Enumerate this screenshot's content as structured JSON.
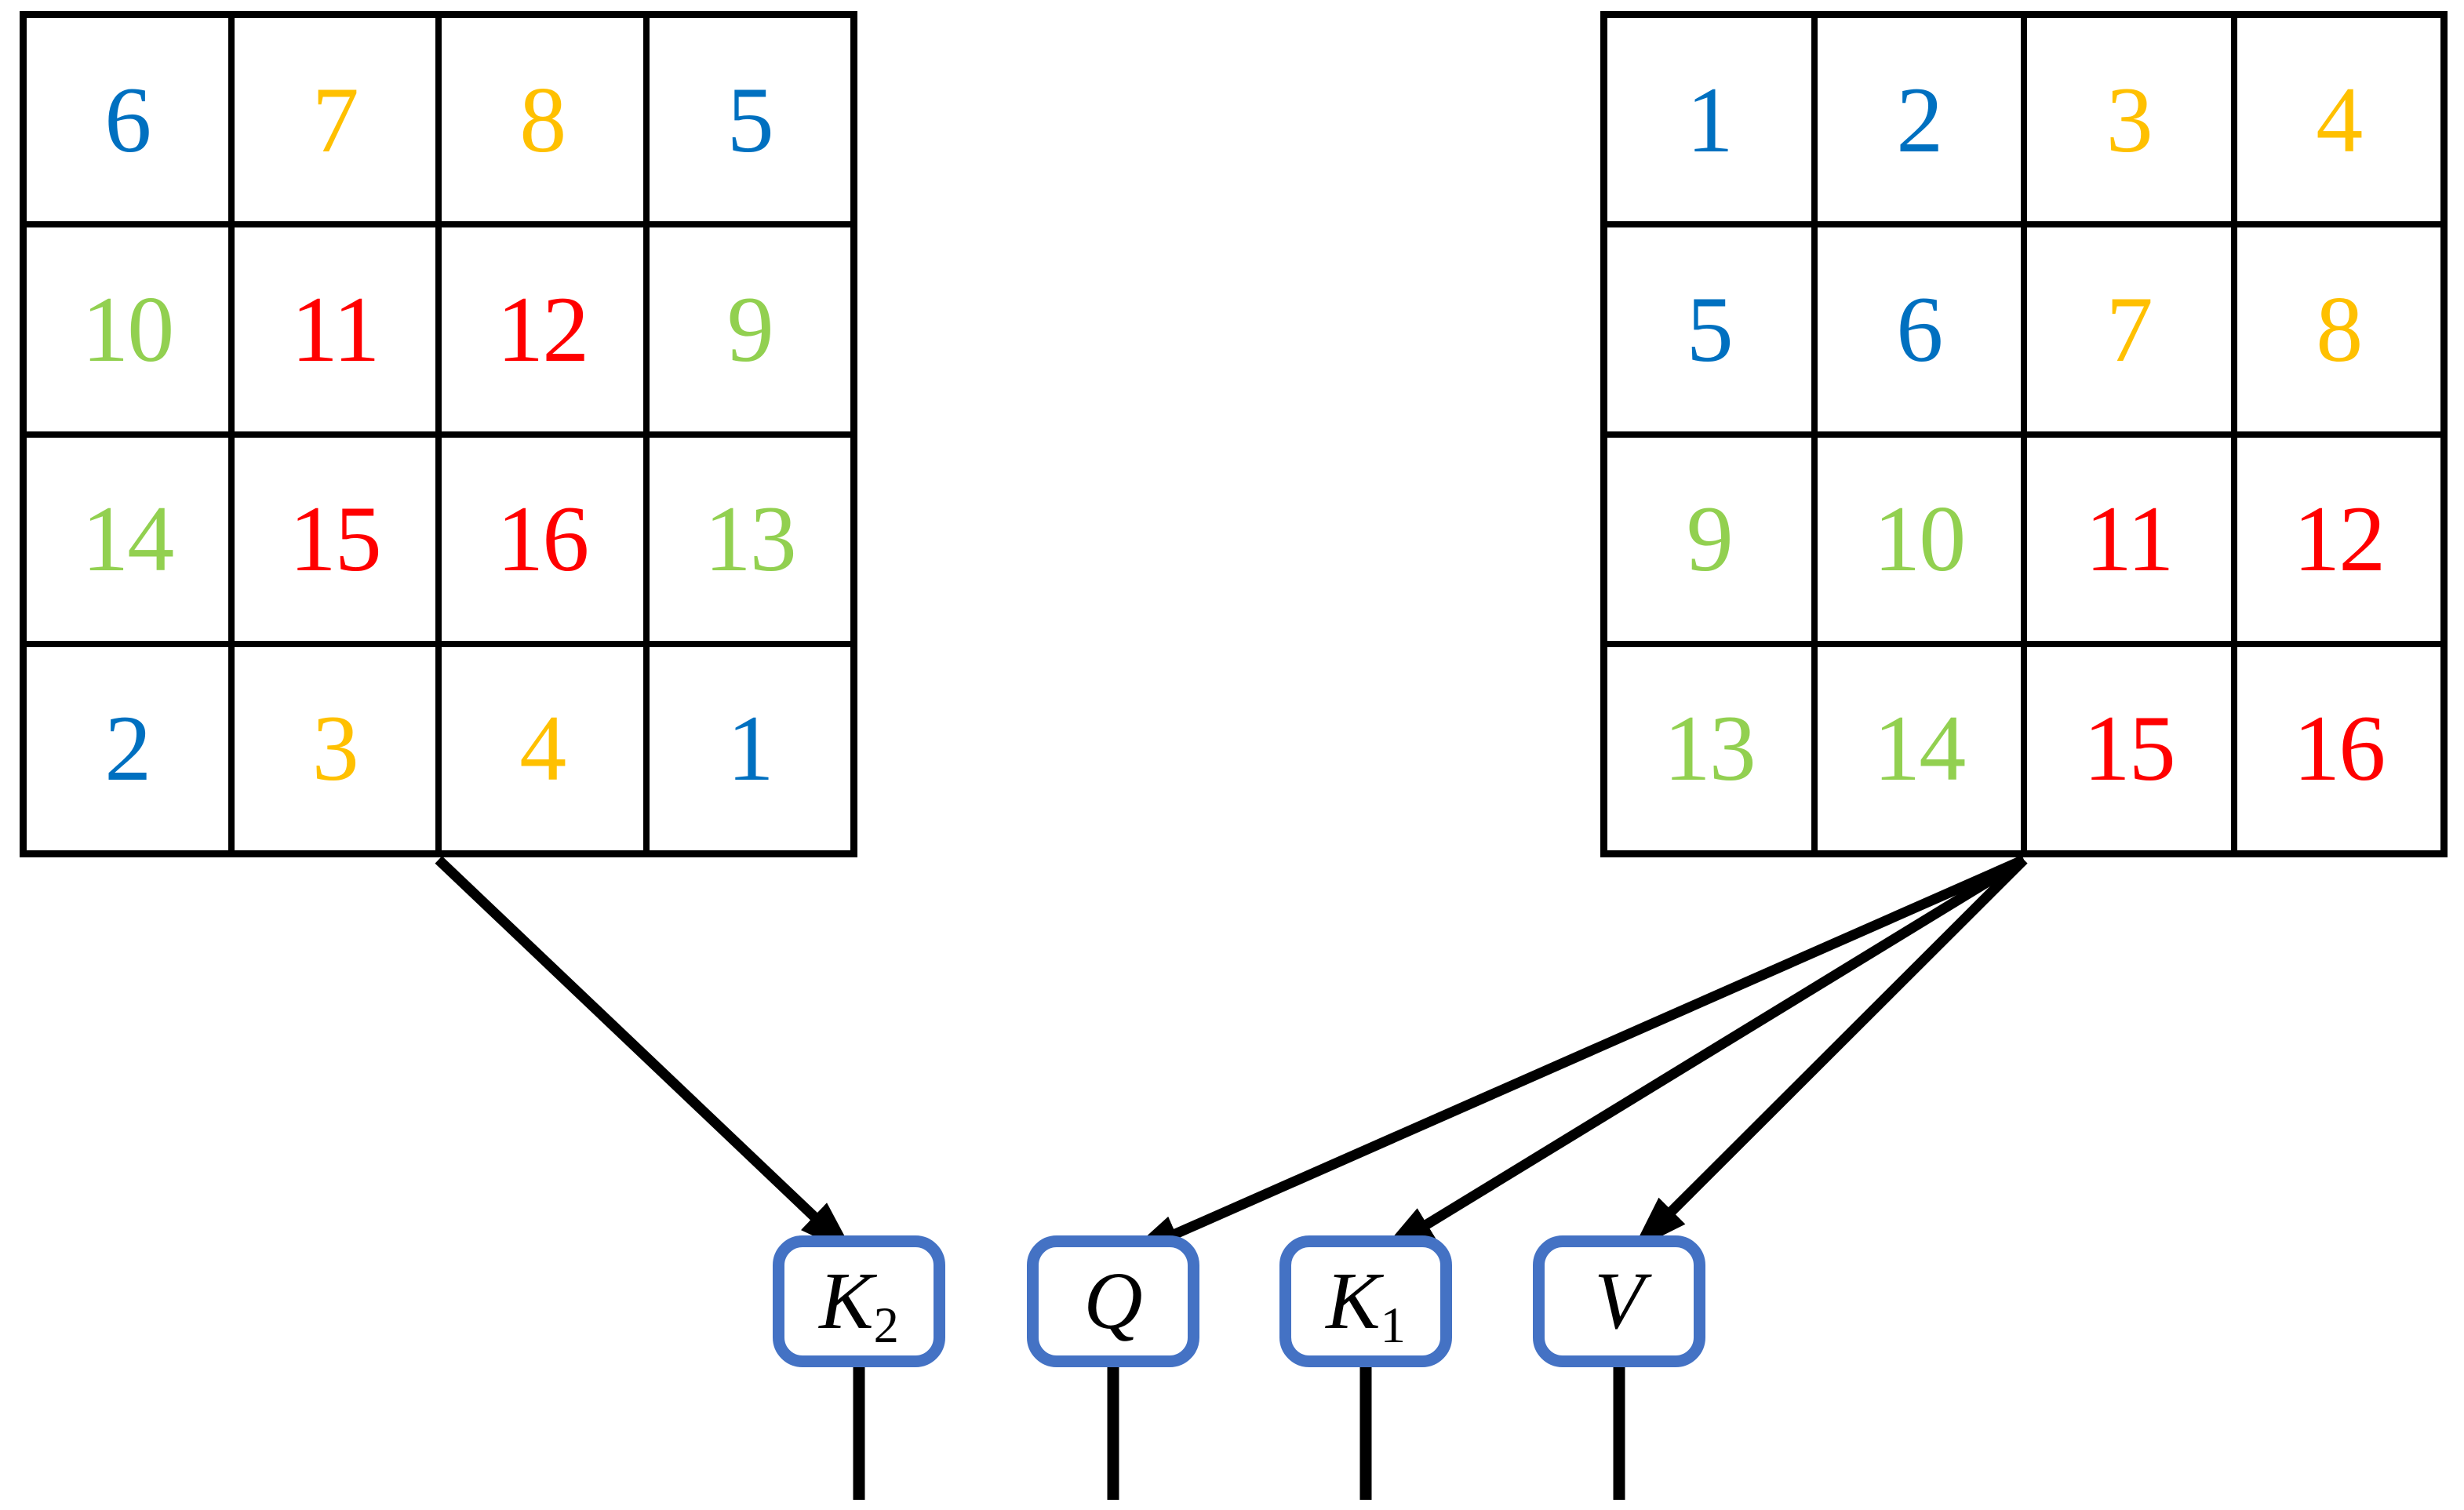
{
  "palette": {
    "blue": "#0070C0",
    "gold": "#FFC000",
    "green": "#92D050",
    "red": "#FF0000",
    "box_border": "#4472C4",
    "line": "#000000"
  },
  "left_matrix": {
    "rows": [
      [
        {
          "n": "6",
          "c": "blue"
        },
        {
          "n": "7",
          "c": "gold"
        },
        {
          "n": "8",
          "c": "gold"
        },
        {
          "n": "5",
          "c": "blue"
        }
      ],
      [
        {
          "n": "10",
          "c": "green"
        },
        {
          "n": "11",
          "c": "red"
        },
        {
          "n": "12",
          "c": "red"
        },
        {
          "n": "9",
          "c": "green"
        }
      ],
      [
        {
          "n": "14",
          "c": "green"
        },
        {
          "n": "15",
          "c": "red"
        },
        {
          "n": "16",
          "c": "red"
        },
        {
          "n": "13",
          "c": "green"
        }
      ],
      [
        {
          "n": "2",
          "c": "blue"
        },
        {
          "n": "3",
          "c": "gold"
        },
        {
          "n": "4",
          "c": "gold"
        },
        {
          "n": "1",
          "c": "blue"
        }
      ]
    ]
  },
  "right_matrix": {
    "rows": [
      [
        {
          "n": "1",
          "c": "blue"
        },
        {
          "n": "2",
          "c": "blue"
        },
        {
          "n": "3",
          "c": "gold"
        },
        {
          "n": "4",
          "c": "gold"
        }
      ],
      [
        {
          "n": "5",
          "c": "blue"
        },
        {
          "n": "6",
          "c": "blue"
        },
        {
          "n": "7",
          "c": "gold"
        },
        {
          "n": "8",
          "c": "gold"
        }
      ],
      [
        {
          "n": "9",
          "c": "green"
        },
        {
          "n": "10",
          "c": "green"
        },
        {
          "n": "11",
          "c": "red"
        },
        {
          "n": "12",
          "c": "red"
        }
      ],
      [
        {
          "n": "13",
          "c": "green"
        },
        {
          "n": "14",
          "c": "green"
        },
        {
          "n": "15",
          "c": "red"
        },
        {
          "n": "16",
          "c": "red"
        }
      ]
    ]
  },
  "boxes": [
    {
      "base": "K",
      "sub": "2"
    },
    {
      "base": "Q",
      "sub": ""
    },
    {
      "base": "K",
      "sub": "1"
    },
    {
      "base": "V",
      "sub": ""
    }
  ]
}
